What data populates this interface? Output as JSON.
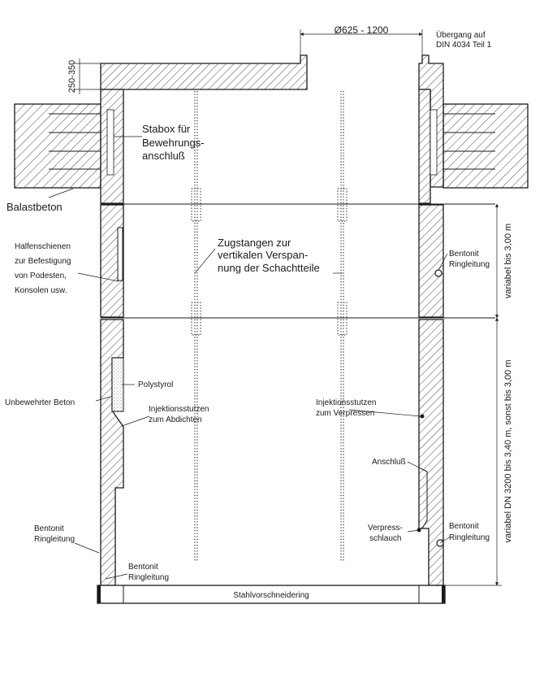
{
  "dimensions": {
    "top_opening": "Ø625 - 1200",
    "top_height": "250-350",
    "segment_height": "variabel bis 3,00 m",
    "lower_height": "variabel DN 3200 bis 3,40 m, sonst bis 3,00 m"
  },
  "labels": {
    "uebergang_l1": "Übergang auf",
    "uebergang_l2": "DIN 4034 Teil 1",
    "stabox_l1": "Stabox für",
    "stabox_l2": "Bewehrungs-",
    "stabox_l3": "anschluß",
    "balastbeton": "Balastbeton",
    "halfen_l1": "Halfenschienen",
    "halfen_l2": "zur Befestigung",
    "halfen_l3": "von Podesten,",
    "halfen_l4": "Konsolen usw.",
    "zugstangen_l1": "Zugstangen zur",
    "zugstangen_l2": "vertikalen Verspan-",
    "zugstangen_l3": "nung der Schachtteile",
    "bentonit_r1_l1": "Bentonit",
    "bentonit_r1_l2": "Ringleitung",
    "polystyrol": "Polystyrol",
    "unbewehrt": "Unbewehrter Beton",
    "inj_abdichten_l1": "Injektionsstutzen",
    "inj_abdichten_l2": "zum Abdichten",
    "inj_verpressen_l1": "Injektionsstutzen",
    "inj_verpressen_l2": "zum Verpressen",
    "anschluss": "Anschluß",
    "verpress_l1": "Verpress-",
    "verpress_l2": "schlauch",
    "bentonit_r2_l1": "Bentonit",
    "bentonit_r2_l2": "Ringleitung",
    "bentonit_l1_l1": "Bentonit",
    "bentonit_l1_l2": "Ringleitung",
    "bentonit_l2_l1": "Bentonit",
    "bentonit_l2_l2": "Ringleitung",
    "stahlring": "Stahlvorschneidering"
  }
}
